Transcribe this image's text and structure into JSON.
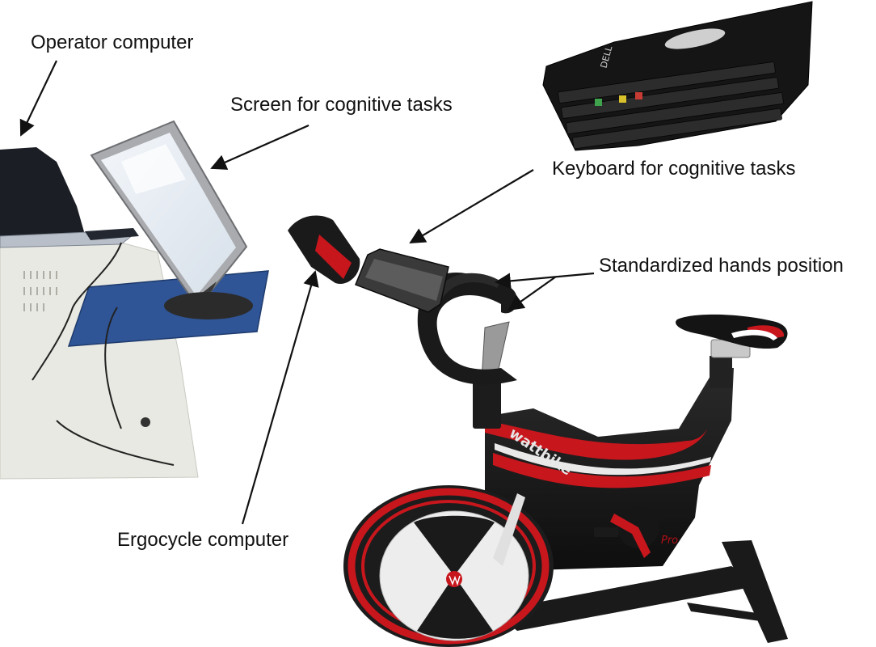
{
  "labels": {
    "operator_computer": "Operator computer",
    "screen": "Screen for cognitive tasks",
    "keyboard": "Keyboard for cognitive tasks",
    "hands": "Standardized hands position",
    "ergocycle_computer": "Ergocycle computer"
  },
  "bike": {
    "brand": "wattbike",
    "model": "Pro"
  },
  "keyboard_brand": "DELL",
  "colors": {
    "label_text": "#111111",
    "arrow": "#111111",
    "bike_frame": "#1a1a1a",
    "bike_accent": "#c8161d",
    "desk_shelf": "#2f5597",
    "cabinet": "#e8e8e2"
  }
}
